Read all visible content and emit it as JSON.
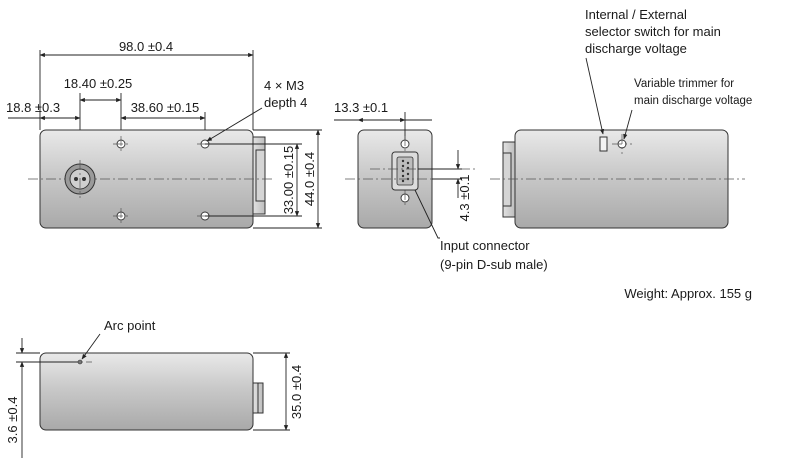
{
  "dimensions": {
    "total_length": "98.0 ±0.4",
    "hole_offset_a": "18.40 ±0.25",
    "left_offset": "18.8 ±0.3",
    "hole_spacing": "38.60 ±0.15",
    "mounting_holes_line1": "4 × M3",
    "mounting_holes_line2": "depth 4",
    "hole_vertical_spacing": "33.00 ±0.15",
    "height": "44.0 ±0.4",
    "end_view_offset": "13.3 ±0.1",
    "connector_offset": "4.3 ±0.1",
    "arc_offset": "3.6 ±0.4",
    "bottom_height": "35.0 ±0.4"
  },
  "labels": {
    "selector_line1": "Internal / External",
    "selector_line2": "selector switch for main",
    "selector_line3": "discharge voltage",
    "trimmer_line1": "Variable trimmer for",
    "trimmer_line2": "main discharge voltage",
    "connector_line1": "Input connector",
    "connector_line2": "(9-pin D-sub male)",
    "weight": "Weight: Approx. 155 g",
    "arc_point": "Arc point"
  }
}
